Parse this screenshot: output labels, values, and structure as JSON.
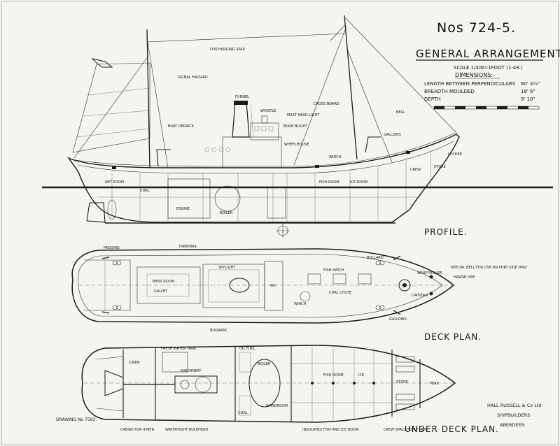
{
  "drawing": {
    "number": "Nos 724-5.",
    "title": "GENERAL ARRANGEMENT",
    "scale": "SCALE 1/4IN=1FOOT (1-48.)",
    "dimensions_heading": "DIMENSIONS:-",
    "dimensions": [
      {
        "label": "LENGTH BETWEEN PERPENDICULARS",
        "value": "80' 4½\""
      },
      {
        "label": "BREADTH MOULDED",
        "value": "18' 6\""
      },
      {
        "label": "DEPTH",
        "value": "9' 10\""
      }
    ],
    "builder": [
      "HALL RUSSELL & Co Ltd",
      "SHIPBUILDERS",
      "ABERDEEN"
    ],
    "drawing_no": "DRAWING No 7593."
  },
  "views": {
    "profile": "PROFILE.",
    "deck_plan": "DECK PLAN.",
    "under_deck_plan": "UNDER DECK PLAN."
  },
  "profile_labels": [
    "DISCHARGING SPAR",
    "SIGNAL HALYARD",
    "CROSS BOARD",
    "MAST HEAD LIGHT",
    "BOAT DERRICK",
    "WHISTLE",
    "SEARCHLIGHT",
    "FUNNEL",
    "WHEELHOUSE",
    "WINCH",
    "GALLOWS",
    "BELL",
    "COAL",
    "FISH ROOM",
    "ICE ROOM",
    "CREW",
    "STORE",
    "BOILER",
    "ENGINE",
    "NET ROOM",
    "LOCKER"
  ],
  "deck_labels": [
    "HANDRAIL",
    "BULWARK",
    "PADDING",
    "SKYLIGHT",
    "WINCH",
    "FISH HATCH",
    "COAL CHUTE",
    "BOLLARD",
    "WARP ROLLER",
    "GALLOWS",
    "CAPSTAN",
    "MESS ROOM",
    "GALLEY",
    "WC",
    "HAWSE PIPE",
    "SPECIAL BELL FOR USE ON PORT SIDE ONLY"
  ],
  "under_deck_labels": [
    "FRESH WATER TANK",
    "MACHINERY",
    "BOILER",
    "OIL FUEL",
    "COAL",
    "WARDROOM",
    "FISH ROOM",
    "ICE",
    "PEAK",
    "STORE",
    "CABIN",
    "CREW SPACE FOR 7 MEN",
    "CABINS FOR 4 MEN",
    "WATERTIGHT BULKHEAD",
    "INSULATED FISH AND ICE ROOM"
  ]
}
